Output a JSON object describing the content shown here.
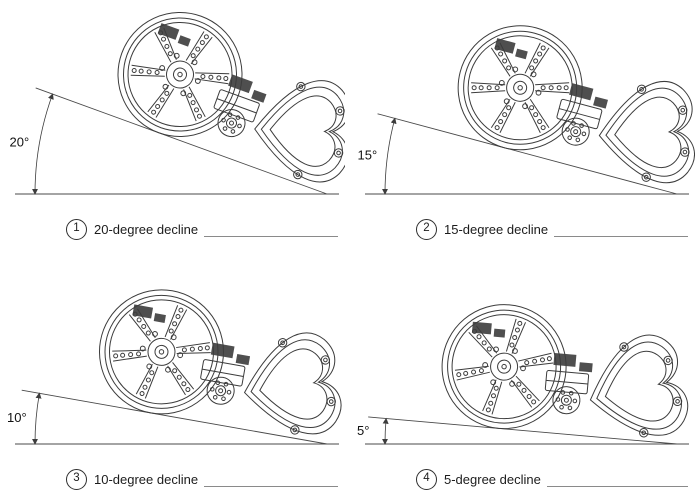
{
  "figure": {
    "line_color": "#3c3c3c",
    "background": "#ffffff"
  },
  "panels": [
    {
      "num": "1",
      "angle_label": "20°",
      "angle_deg": 20,
      "caption": "20-degree decline"
    },
    {
      "num": "2",
      "angle_label": "15°",
      "angle_deg": 15,
      "caption": "15-degree decline"
    },
    {
      "num": "3",
      "angle_label": "10°",
      "angle_deg": 10,
      "caption": "10-degree decline"
    },
    {
      "num": "4",
      "angle_label": "5°",
      "angle_deg": 5,
      "caption": "5-degree decline"
    }
  ]
}
